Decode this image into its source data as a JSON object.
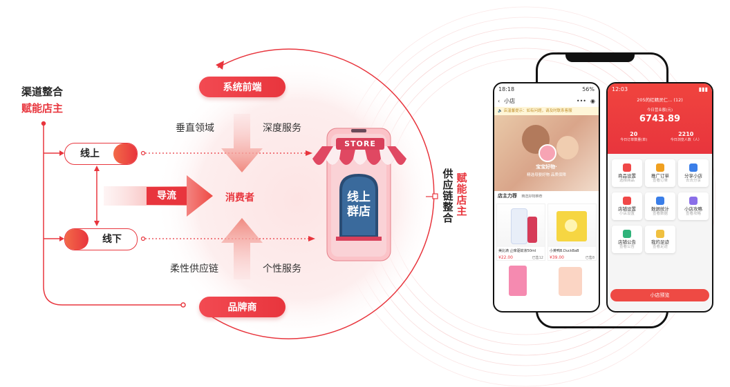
{
  "left": {
    "title_line1": "渠道整合",
    "title_line2": "赋能店主",
    "online": "线上",
    "offline": "线下",
    "divert": "导流"
  },
  "center": {
    "system_frontend": "系统前端",
    "vertical_field": "垂直领域",
    "deep_service": "深度服务",
    "consumer": "消费者",
    "flexible_supply": "柔性供应链",
    "personal_service": "个性服务",
    "brand": "品牌商"
  },
  "store": {
    "sign": "STORE",
    "line1": "线上",
    "line2": "群店"
  },
  "supply": {
    "label_a": "供应链整合",
    "label_b": "赋能店主"
  },
  "phone_left": {
    "time": "18:18",
    "battery": "56%",
    "title": "小店",
    "notice": "店温馨提示：如有问题，请及时联系客服",
    "shop_name": "宝宝好物·",
    "shop_sub": "精选母婴好物 品质保障",
    "section": "店主力荐",
    "section_sub": "精选好物推荐",
    "products": [
      {
        "name": "美比滴 止痒驱蚊液50ml",
        "price": "¥22.00",
        "sold": "已售12"
      },
      {
        "name": "小黄鸭B.DuckBaB",
        "price": "¥39.00",
        "sold": "已售8"
      }
    ]
  },
  "phone_right": {
    "time": "12:03",
    "header": "205的红精灵仁... (12)",
    "revenue_label": "今日营业额(元)",
    "revenue": "6743.89",
    "stat1_value": "20",
    "stat1_label": "今日订单数量(单)",
    "stat2_value": "2210",
    "stat2_label": "今日浏览人数（人）",
    "grid": [
      {
        "name": "商品设置",
        "sub": "选择商品",
        "color": "#f04848"
      },
      {
        "name": "推广订单",
        "sub": "查看订单",
        "color": "#f0a020"
      },
      {
        "name": "分享小店",
        "sub": "去去分享",
        "color": "#3a7ee8"
      },
      {
        "name": "店铺设置",
        "sub": "小店设置",
        "color": "#f04848"
      },
      {
        "name": "数据统计",
        "sub": "查看数据",
        "color": "#3a7ee8"
      },
      {
        "name": "小店攻略",
        "sub": "查看攻略",
        "color": "#8a6ee8"
      },
      {
        "name": "店铺公告",
        "sub": "查看公告",
        "color": "#2fb37a"
      },
      {
        "name": "我的足迹",
        "sub": "查看足迹",
        "color": "#f0c040"
      }
    ],
    "button": "小店预览"
  },
  "colors": {
    "accent": "#e8353d",
    "accent_light": "#f26a48"
  }
}
